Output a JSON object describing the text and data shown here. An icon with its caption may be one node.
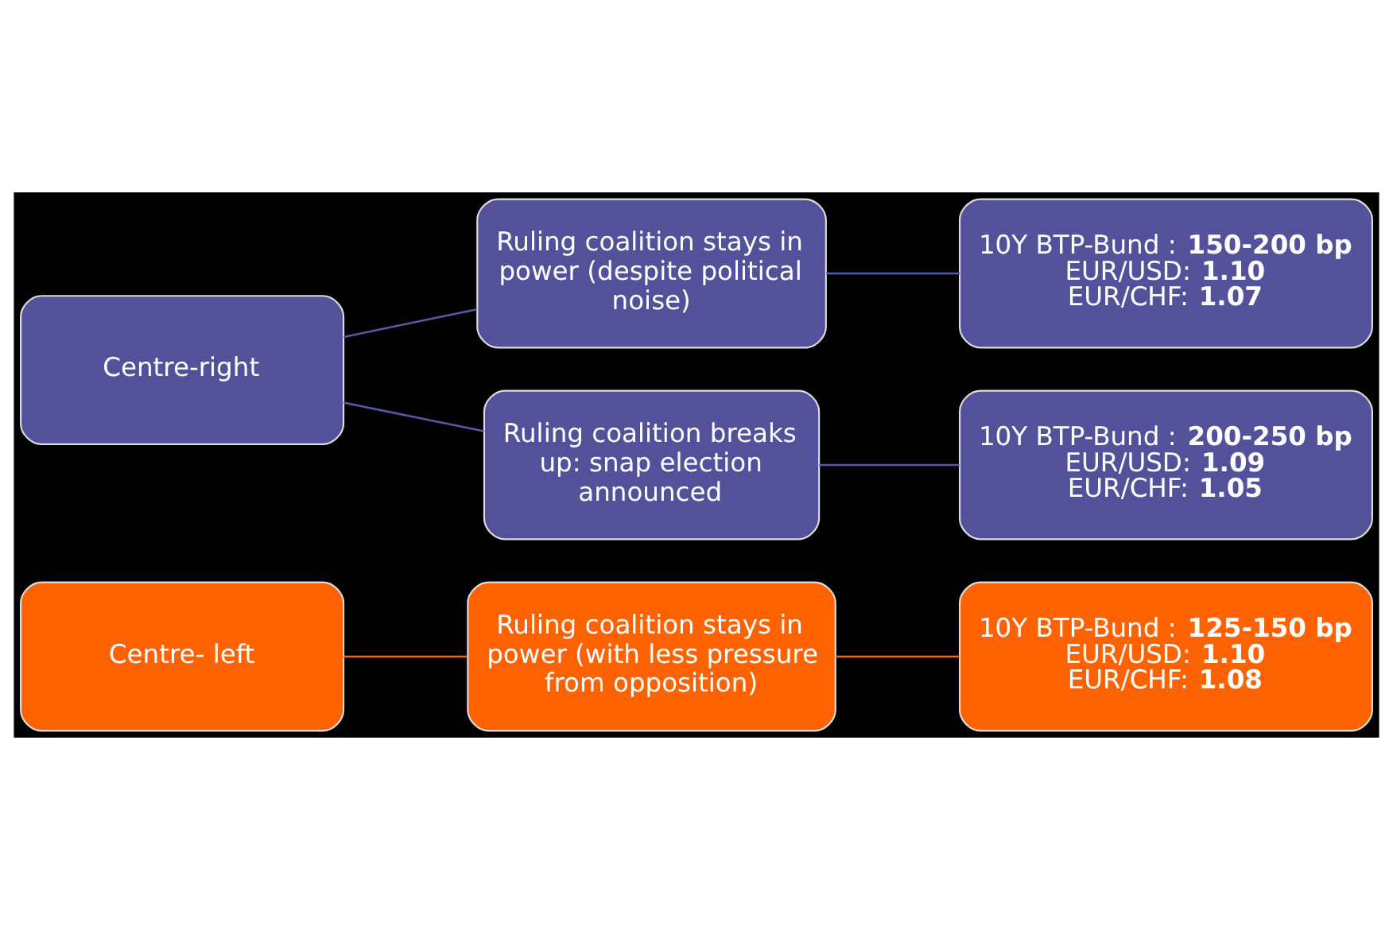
{
  "diagram": {
    "nodes": [
      {
        "text": [
          "Centre- left"
        ]
      },
      {
        "text": [
          "Ruling coalition stays in power (with less pressure from opposition)"
        ]
      },
      {
        "text": [
          "10Y BTP-Bund : **125-150 bp**",
          "EUR/USD: **1.10**",
          "EUR/CHF: **1.08**"
        ]
      },
      {
        "text": [
          "Centre-right"
        ]
      },
      {
        "text": [
          "Ruling coalition stays in power (despite political noise)"
        ]
      },
      {
        "text": [
          "10Y BTP-Bund : **150-200 bp**",
          "EUR/USD: **1.10**",
          "EUR/CHF: **1.07**"
        ]
      },
      {
        "text": [
          "Ruling coalition breaks up: snap election announced"
        ]
      },
      {
        "text": [
          "10Y BTP-Bund : **200-250 bp**",
          "EUR/USD: **1.09**",
          "EUR/CHF: **1.05**"
        ]
      }
    ],
    "edges": [
      {
        "from": 0,
        "to": 1,
        "arrow": "none",
        "color": "#ff6200"
      },
      {
        "from": 1,
        "to": 2,
        "arrow": "none",
        "color": "#ff6200"
      },
      {
        "from": 3,
        "to": 4,
        "arrow": "none"
      },
      {
        "from": 3,
        "to": 6,
        "arrow": "none"
      },
      {
        "from": 4,
        "to": 5,
        "arrow": "none"
      },
      {
        "from": 6,
        "to": 7,
        "arrow": "none"
      }
    ]
  }
}
